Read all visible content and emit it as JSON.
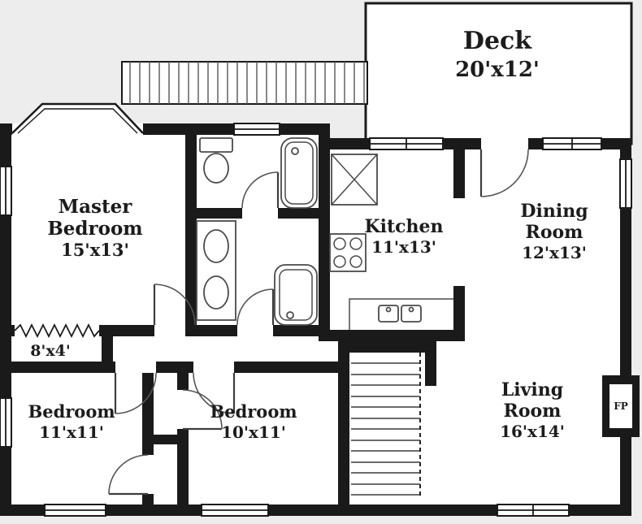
{
  "colors": {
    "background": "#ededed",
    "wall": "#1a1a1a",
    "floor": "#ffffff",
    "fixture_line": "#4a4a4a",
    "label_text": "#1c1c1c"
  },
  "rooms": {
    "deck": {
      "label": [
        "Deck",
        "20'x12'"
      ]
    },
    "master_bedroom": {
      "label": [
        "Master",
        "Bedroom",
        "15'x13'"
      ]
    },
    "kitchen": {
      "label": [
        "Kitchen",
        "11'x13'"
      ]
    },
    "dining_room": {
      "label": [
        "Dining",
        "Room",
        "12'x13'"
      ]
    },
    "living_room": {
      "label": [
        "Living",
        "Room",
        "16'x14'"
      ]
    },
    "bedroom_left": {
      "label": [
        "Bedroom",
        "11'x11'"
      ]
    },
    "bedroom_middle": {
      "label": [
        "Bedroom",
        "10'x11'"
      ]
    },
    "closet": {
      "label": [
        "8'x4'"
      ]
    },
    "fireplace": {
      "label": [
        "FP"
      ]
    }
  }
}
